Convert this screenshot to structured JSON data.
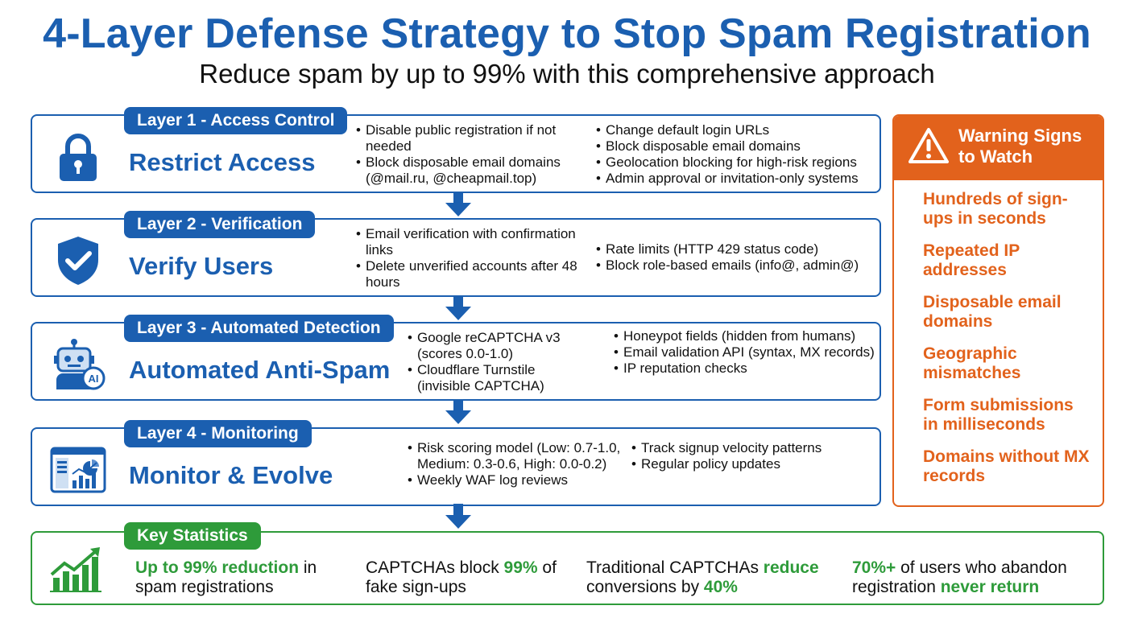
{
  "header": {
    "title": "4-Layer Defense Strategy to Stop Spam Registration",
    "subtitle": "Reduce spam by up to 99% with this comprehensive approach"
  },
  "layers": [
    {
      "tag": "Layer 1 - Access Control",
      "heading": "Restrict Access",
      "icon": "lock-icon",
      "col1": [
        "Disable public registration if not needed",
        "Block disposable email domains (@mail.ru, @cheapmail.top)"
      ],
      "col2": [
        "Change default login URLs",
        "Block disposable email domains",
        "Geolocation blocking for high-risk regions",
        "Admin approval or invitation-only systems"
      ]
    },
    {
      "tag": "Layer 2 - Verification",
      "heading": "Verify Users",
      "icon": "shield-check-icon",
      "col1": [
        "Email verification with confirmation links",
        "Delete unverified accounts after 48 hours"
      ],
      "col2": [
        "Rate limits (HTTP 429 status code)",
        "Block role-based emails (info@, admin@)"
      ]
    },
    {
      "tag": "Layer 3 - Automated Detection",
      "heading": "Automated Anti-Spam",
      "icon": "ai-robot-icon",
      "icon_badge": "AI",
      "col1": [
        "Google reCAPTCHA v3 (scores 0.0-1.0)",
        "Cloudflare Turnstile (invisible CAPTCHA)"
      ],
      "col2": [
        "Honeypot fields (hidden from humans)",
        "Email validation API (syntax, MX records)",
        "IP reputation checks"
      ]
    },
    {
      "tag": "Layer 4 - Monitoring",
      "heading": "Monitor & Evolve",
      "icon": "dashboard-icon",
      "col1": [
        "Risk scoring model (Low: 0.7-1.0, Medium: 0.3-0.6, High: 0.0-0.2)",
        "Weekly WAF log reviews"
      ],
      "col2": [
        "Track signup velocity patterns",
        "Regular policy updates"
      ]
    }
  ],
  "warning": {
    "title": "Warning Signs to Watch",
    "icon": "warning-triangle-icon",
    "items": [
      "Hundreds of sign-ups in seconds",
      "Repeated IP addresses",
      "Disposable email domains",
      "Geographic mismatches",
      "Form submissions in milliseconds",
      "Domains without MX records"
    ]
  },
  "stats": {
    "tag": "Key Statistics",
    "icon": "growth-chart-icon",
    "s1": {
      "hl": "Up to 99% reduction",
      "rest": " in spam registrations"
    },
    "s2": {
      "pre": "CAPTCHAs block ",
      "hl": "99%",
      "post": " of fake sign-ups"
    },
    "s3": {
      "pre": "Traditional CAPTCHAs ",
      "hl1": "reduce",
      "mid": " conversions by ",
      "hl2": "40%"
    },
    "s4": {
      "hl1": "70%+",
      "mid": " of users who abandon registration ",
      "hl2": "never return"
    }
  },
  "colors": {
    "blue": "#1b5fb0",
    "orange": "#e2621c",
    "green": "#2e9b3a"
  }
}
